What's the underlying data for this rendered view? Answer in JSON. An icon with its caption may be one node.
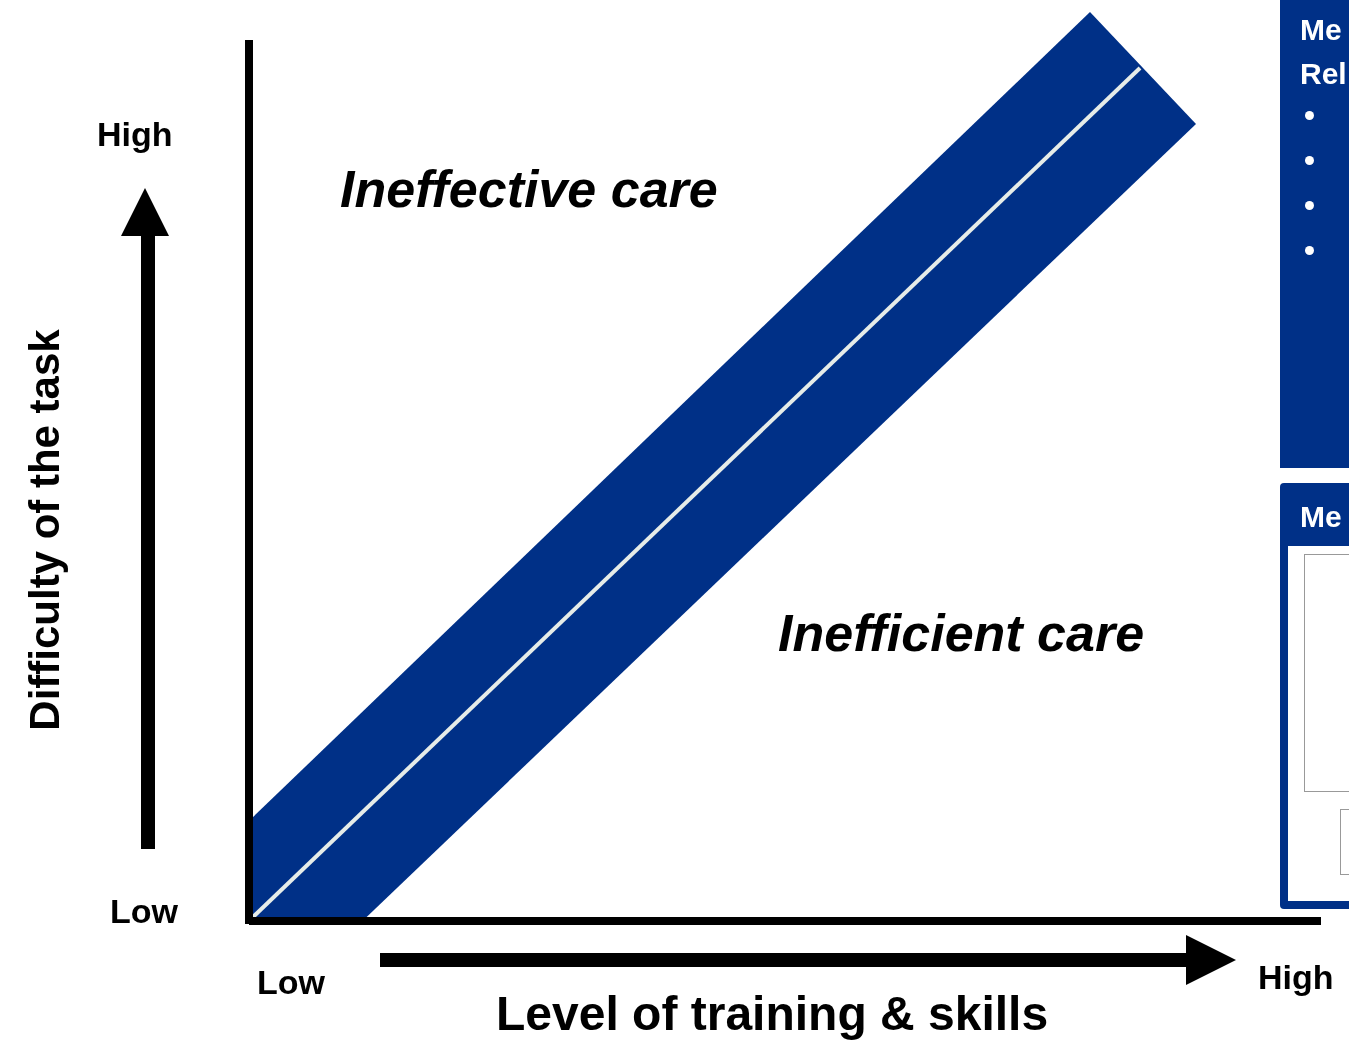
{
  "diagram": {
    "nodes": [
      {
        "text": [
          "Me Rel"
        ]
      },
      {
        "text": [
          "Me"
        ]
      }
    ],
    "edges": [],
    "labels": [
      "High",
      "Ineffective care",
      "Difficulty of the task",
      "Inefficient care",
      "Low",
      "Low",
      "High",
      "Level of training & skills"
    ]
  }
}
